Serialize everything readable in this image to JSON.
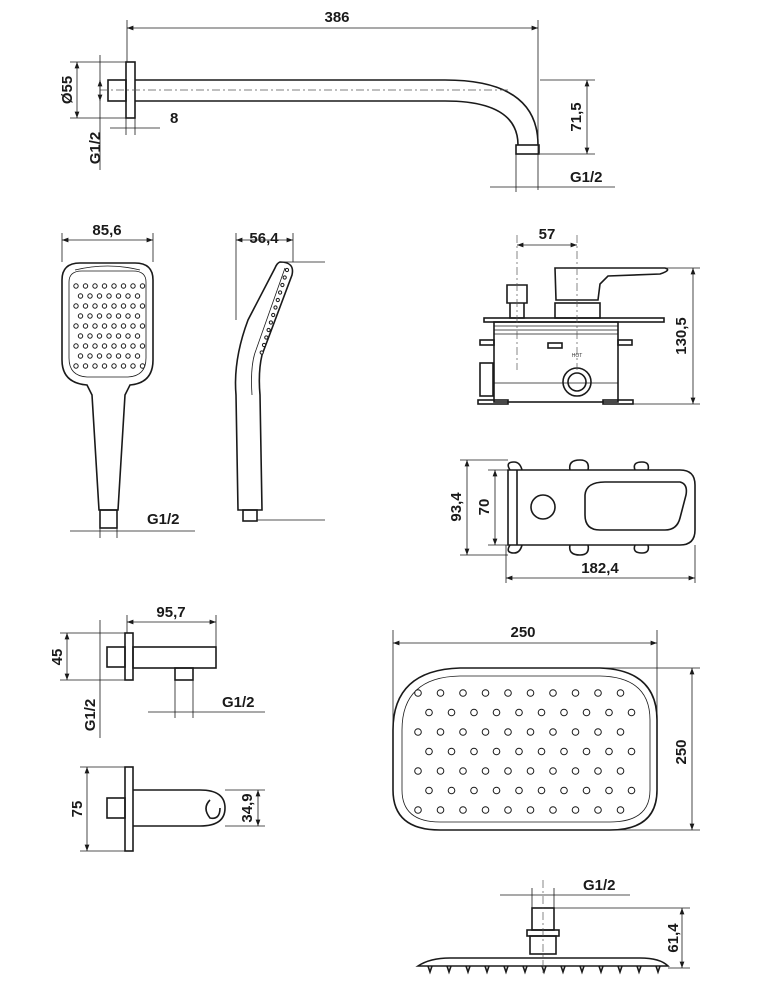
{
  "shower_arm": {
    "length": "386",
    "flange_diameter": "Ø55",
    "flange_depth": "8",
    "inlet_thread": "G1/2",
    "drop": "71,5",
    "outlet_thread": "G1/2"
  },
  "hand_shower": {
    "width": "85,6",
    "thread": "G1/2",
    "depth": "56,4"
  },
  "mixer_body": {
    "spacing": "57",
    "height": "130,5",
    "hot_label": "HOT"
  },
  "mixer_plate": {
    "height": "93,4",
    "inner_height": "70",
    "width": "182,4"
  },
  "wall_elbow": {
    "length": "95,7",
    "height": "45",
    "inlet_thread": "G1/2",
    "outlet_thread": "G1/2"
  },
  "holder": {
    "height": "75",
    "hook_size": "34,9"
  },
  "overhead_shower": {
    "width": "250",
    "depth": "250",
    "thread": "G1/2",
    "height": "61,4"
  }
}
